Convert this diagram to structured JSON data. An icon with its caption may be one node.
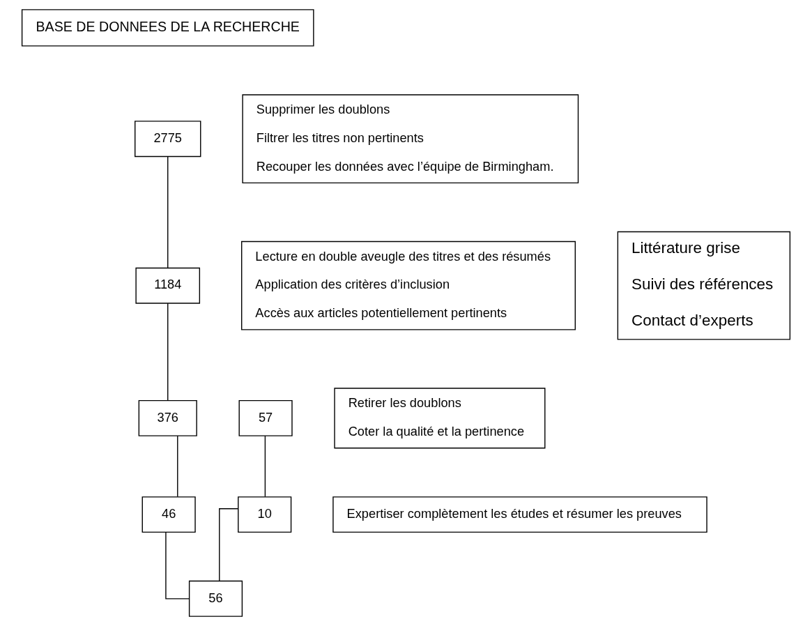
{
  "diagram": {
    "nodes": [
      {
        "text": [
          "BASE DE DONNEES DE LA RECHERCHE"
        ]
      },
      {
        "text": [
          "Supprimer les doublons",
          "Filtrer les titres non pertinents",
          "Recouper les données avec l’équipe de Birmingham."
        ]
      },
      {
        "text": [
          "2775"
        ]
      },
      {
        "text": [
          "Littérature grise",
          "Suivi des références",
          "Contact d’experts"
        ]
      },
      {
        "text": [
          "Lecture en double aveugle des titres et des résumés",
          "Application des critères d’inclusion",
          "Accès aux articles potentiellement pertinents"
        ]
      },
      {
        "text": [
          "1184"
        ]
      },
      {
        "text": [
          "Retirer les doublons",
          "Coter la qualité et la pertinence"
        ]
      },
      {
        "text": [
          "376"
        ]
      },
      {
        "text": [
          "57"
        ]
      },
      {
        "text": [
          "Expertiser complètement les études et résumer les preuves"
        ]
      },
      {
        "text": [
          "46"
        ]
      },
      {
        "text": [
          "10"
        ]
      },
      {
        "text": [
          "56"
        ]
      }
    ],
    "edges": [
      {
        "from": 2,
        "to": 5,
        "arrow": "none"
      },
      {
        "from": 5,
        "to": 7,
        "arrow": "none"
      },
      {
        "from": 7,
        "to": 10,
        "arrow": "none"
      },
      {
        "from": 8,
        "to": 11,
        "arrow": "none"
      },
      {
        "from": 11,
        "to": 12,
        "arrow": "none"
      },
      {
        "from": 10,
        "to": 12,
        "arrow": "none"
      }
    ]
  }
}
